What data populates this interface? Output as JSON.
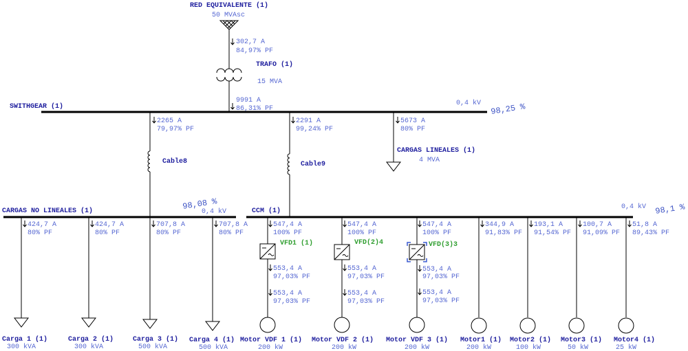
{
  "colors": {
    "label": "#1e1e9e",
    "value": "#5567d2",
    "percent": "#3c52c4",
    "vfd_label": "#2f9e2f",
    "line": "#000000",
    "selection": "#3a5ad0"
  },
  "utility": {
    "name": "RED EQUIVALENTE (1)",
    "rating": "50 MVAsc",
    "current": "302,7 A",
    "pf": "84,97% PF"
  },
  "transformer": {
    "name": "TRAFO (1)",
    "rating": "15 MVA",
    "current": "9991 A",
    "pf": "86,31% PF"
  },
  "switchgear_bus": {
    "name": "SWITHGEAR (1)",
    "voltage": "0,4 kV",
    "voltage_percent": "98,25 %"
  },
  "feeders": [
    {
      "current": "2265 A",
      "pf": "79,97% PF",
      "cable": "Cable8"
    },
    {
      "current": "2291 A",
      "pf": "99,24% PF",
      "cable": "Cable9"
    }
  ],
  "linear_load": {
    "name": "CARGAS LINEALES (1)",
    "rating": "4 MVA",
    "current": "5673 A",
    "pf": "80% PF"
  },
  "nonlinear_bus": {
    "name": "CARGAS NO LINEALES (1)",
    "voltage": "0,4 kV",
    "voltage_percent": "98,08 %"
  },
  "nonlinear_loads": [
    {
      "name": "Carga 1 (1)",
      "rating": "300 kVA",
      "current": "424,7 A",
      "pf": "80% PF"
    },
    {
      "name": "Carga 2 (1)",
      "rating": "300 kVA",
      "current": "424,7 A",
      "pf": "80% PF"
    },
    {
      "name": "Carga 3 (1)",
      "rating": "500 kVA",
      "current": "707,8 A",
      "pf": "80% PF"
    },
    {
      "name": "Carga 4 (1)",
      "rating": "500 kVA",
      "current": "707,8 A",
      "pf": "80% PF"
    }
  ],
  "ccm_bus": {
    "name": "CCM (1)",
    "voltage": "0,4 kV",
    "voltage_percent": "98,1 %"
  },
  "vfd_motors": [
    {
      "vfd": "VFD1 (1)",
      "in_current": "547,4 A",
      "in_pf": "100% PF",
      "out_current": "553,4 A",
      "out_pf": "97,03% PF",
      "motor_current": "553,4 A",
      "motor_pf": "97,03% PF",
      "name": "Motor VDF 1 (1)",
      "rating": "200 kW"
    },
    {
      "vfd": "VFD(2)4",
      "in_current": "547,4 A",
      "in_pf": "100% PF",
      "out_current": "553,4 A",
      "out_pf": "97,03% PF",
      "motor_current": "553,4 A",
      "motor_pf": "97,03% PF",
      "name": "Motor VDF 2 (1)",
      "rating": "200 kW"
    },
    {
      "vfd": "VFD(3)3",
      "in_current": "547,4 A",
      "in_pf": "100% PF",
      "out_current": "553,4 A",
      "out_pf": "97,03% PF",
      "motor_current": "553,4 A",
      "motor_pf": "97,03% PF",
      "name": "Motor VDF 3 (1)",
      "rating": "200 kW"
    }
  ],
  "motors": [
    {
      "name": "Motor1 (1)",
      "rating": "200 kW",
      "current": "344,9 A",
      "pf": "91,83% PF"
    },
    {
      "name": "Motor2 (1)",
      "rating": "100 kW",
      "current": "193,1 A",
      "pf": "91,54% PF"
    },
    {
      "name": "Motor3 (1)",
      "rating": "50 kW",
      "current": "100,7 A",
      "pf": "91,09% PF"
    },
    {
      "name": "Motor4 (1)",
      "rating": "25 kW",
      "current": "51,8 A",
      "pf": "89,43% PF"
    }
  ]
}
